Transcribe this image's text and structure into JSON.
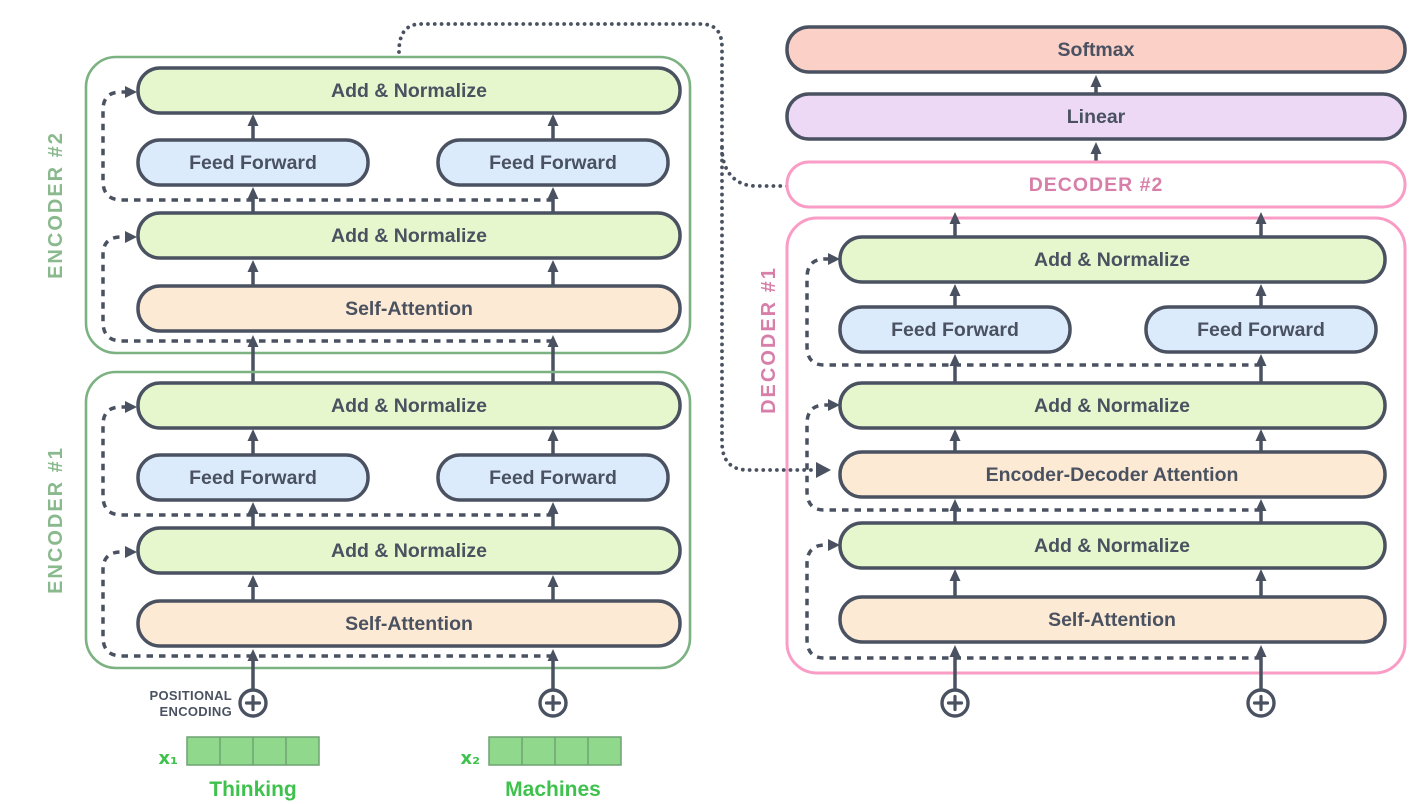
{
  "diagram": {
    "encoder2": {
      "label": "ENCODER #2",
      "add_norm_top": "Add & Normalize",
      "ff_left": "Feed Forward",
      "ff_right": "Feed Forward",
      "add_norm_mid": "Add & Normalize",
      "self_attention": "Self-Attention"
    },
    "encoder1": {
      "label": "ENCODER #1",
      "add_norm_top": "Add & Normalize",
      "ff_left": "Feed Forward",
      "ff_right": "Feed Forward",
      "add_norm_mid": "Add & Normalize",
      "self_attention": "Self-Attention"
    },
    "decoder2": {
      "label": "DECODER #2"
    },
    "decoder1": {
      "label": "DECODER #1",
      "add_norm_top": "Add & Normalize",
      "ff_left": "Feed Forward",
      "ff_right": "Feed Forward",
      "add_norm_mid": "Add & Normalize",
      "enc_dec_attention": "Encoder-Decoder Attention",
      "add_norm_low": "Add & Normalize",
      "self_attention": "Self-Attention"
    },
    "output_layers": {
      "softmax": "Softmax",
      "linear": "Linear"
    },
    "inputs": {
      "positional_line1": "POSITIONAL",
      "positional_line2": "ENCODING",
      "x1": "x₁",
      "x2": "x₂",
      "word1": "Thinking",
      "word2": "Machines"
    }
  },
  "colors": {
    "slate": "#4a5261",
    "green-fill": "#e6f7cd",
    "blue-fill": "#dcebfb",
    "peach-fill": "#fdead4",
    "salmon-fill": "#fbd0c7",
    "lavender-fill": "#edd9f6",
    "enc-border": "#7cb281",
    "enc-label": "#8ab98d",
    "dec-border": "#fa9dc6",
    "dec-label": "#d77fa9",
    "bright-green": "#3fc24d",
    "cell-fill": "#90d98c",
    "cell-stroke": "#6fa273",
    "bg": "#ffffff"
  }
}
